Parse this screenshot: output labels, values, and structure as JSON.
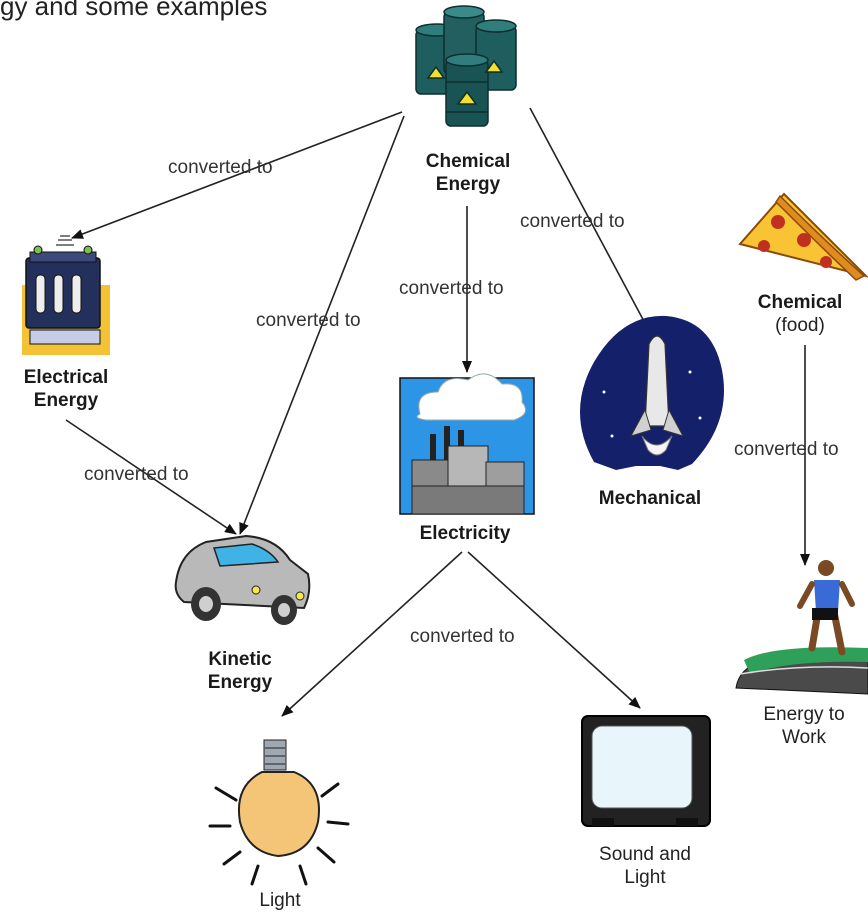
{
  "title_fragment": "gy and some examples",
  "nodes": {
    "chemical_energy": [
      "Chemical",
      "Energy"
    ],
    "electrical_energy": [
      "Electrical",
      "Energy"
    ],
    "kinetic_energy": [
      "Kinetic",
      "Energy"
    ],
    "electricity": "Electricity",
    "mechanical": "Mechanical",
    "chemical_food": [
      "Chemical",
      "(food)"
    ],
    "energy_to_work": [
      "Energy to",
      "Work"
    ],
    "light": "Light",
    "sound_and_light": [
      "Sound and",
      "Light"
    ]
  },
  "edge_label": "converted to",
  "icons": [
    "barrels-icon",
    "battery-icon",
    "car-icon",
    "power-plant-icon",
    "space-shuttle-icon",
    "pizza-icon",
    "runner-icon",
    "light-bulb-icon",
    "television-icon"
  ]
}
